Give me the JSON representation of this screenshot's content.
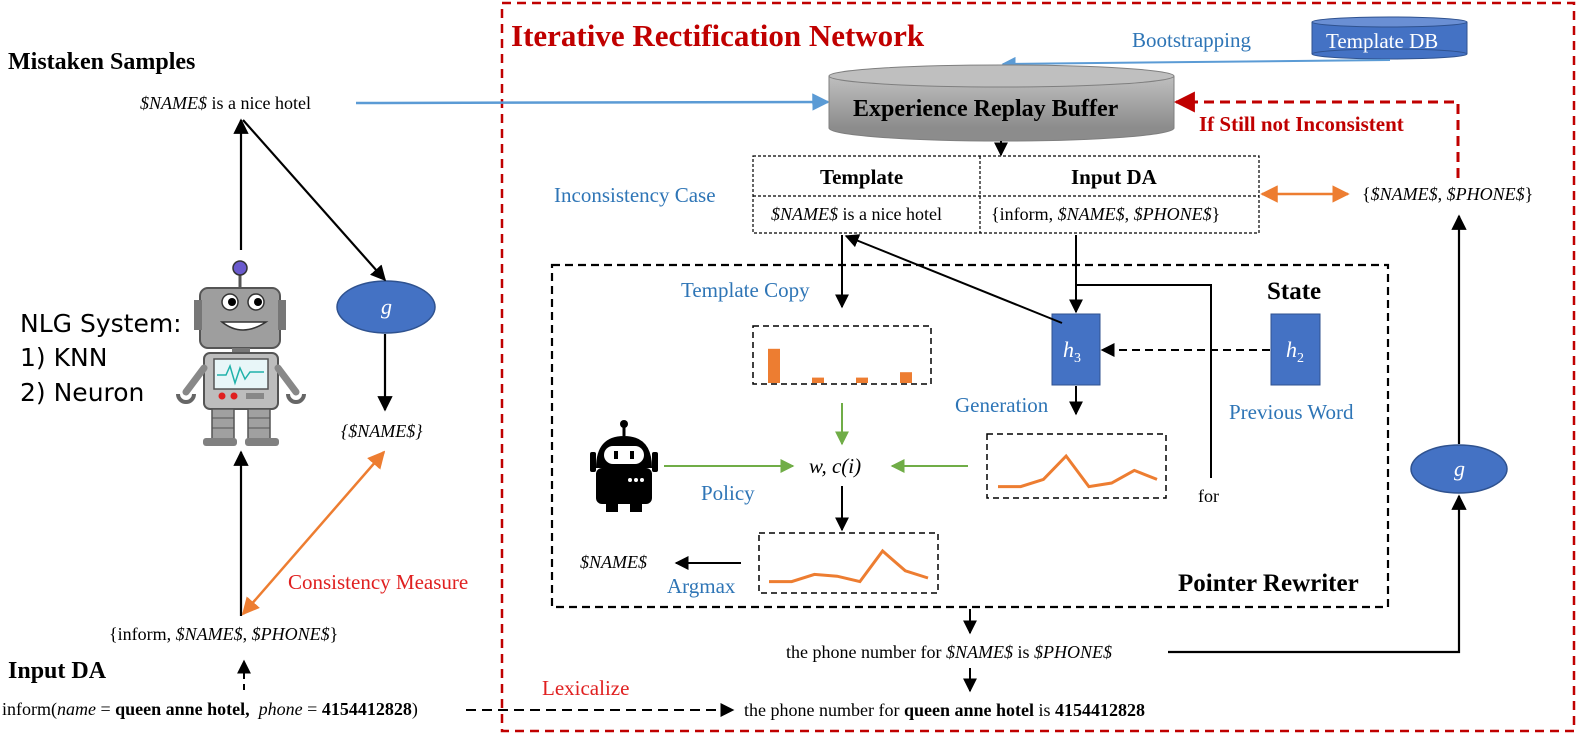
{
  "colors": {
    "accent_red": "#C00000",
    "text_blue": "#2E75B6",
    "arrow_blue": "#5B9BD5",
    "arrow_orange": "#ED7D31",
    "arrow_green": "#70AD47",
    "box_blue": "#4472C4",
    "db_gray": "#A6A6A6"
  },
  "left": {
    "mistaken_samples_title": "Mistaken Samples",
    "mistaken_sample": {
      "var": "$NAME$",
      "rest": " is a nice hotel"
    },
    "nlg_system": {
      "line1": "NLG System:",
      "line2": "1) KNN",
      "line3": "2) Neuron"
    },
    "g_node": "g",
    "name_set": "{$NAME$}",
    "consistency_measure": "Consistency Measure",
    "input_da_set": {
      "open": "{inform, ",
      "name": "$NAME$",
      "comma": ", ",
      "phone": "$PHONE$",
      "close": "}"
    },
    "input_da_title": "Input DA",
    "input_da_string": {
      "p1": "inform(",
      "name_key": "name",
      "p2": " = ",
      "name_val": "queen anne hotel,",
      "p3": "  ",
      "phone_key": "phone",
      "p4": " = ",
      "phone_val": "4154412828",
      "p5": ")"
    },
    "lexicalize": "Lexicalize"
  },
  "network": {
    "title": "Iterative Rectification Network",
    "bootstrapping": "Bootstrapping",
    "template_db": "Template DB",
    "replay_buffer": "Experience Replay Buffer",
    "if_still": "If Still not Inconsistent",
    "inconsistency_case": "Inconsistency Case",
    "table": {
      "headers": [
        "Template",
        "Input DA"
      ],
      "template_cell": {
        "var": "$NAME$",
        "rest": " is a nice hotel"
      },
      "da_cell": {
        "open": "{inform, ",
        "name": "$NAME$",
        "comma": ", ",
        "phone": "$PHONE$",
        "close": "}"
      }
    },
    "right_set": {
      "open": "{",
      "name": "$NAME$",
      "comma": ", ",
      "phone": "$PHONE$",
      "close": "}"
    },
    "g_node": "g",
    "output_template": {
      "p1": "the phone number for ",
      "name": "$NAME$",
      "p2": " is ",
      "phone": "$PHONE$"
    },
    "output_lexical": {
      "p1": "the phone number for ",
      "name": "queen anne hotel",
      "p2": " is ",
      "phone": "4154412828"
    }
  },
  "rewriter": {
    "label": "Pointer Rewriter",
    "template_copy": "Template Copy",
    "state": "State",
    "h3": {
      "base": "h",
      "sub": "3"
    },
    "h2": {
      "base": "h",
      "sub": "2"
    },
    "generation": "Generation",
    "previous_word": "Previous Word",
    "policy": "Policy",
    "wc": "w, c(i)",
    "for": "for",
    "argmax": "Argmax",
    "name_out": "$NAME$",
    "copy_bars": [
      0.95,
      0.15,
      0.15,
      0.3
    ],
    "gen_line": [
      0.15,
      0.15,
      0.35,
      1.0,
      0.15,
      0.25,
      0.6,
      0.35
    ],
    "arg_line": [
      0.15,
      0.15,
      0.35,
      0.3,
      0.15,
      1.0,
      0.45,
      0.25
    ]
  }
}
